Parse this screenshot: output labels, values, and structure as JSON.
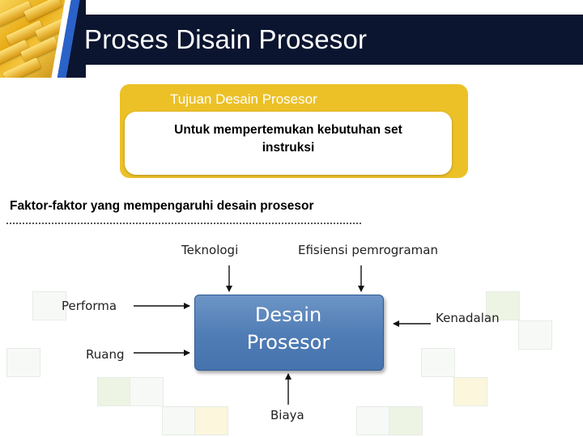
{
  "slide": {
    "title": "Proses Disain Prosesor"
  },
  "goal": {
    "label": "Tujuan Desain Prosesor",
    "text_line1": "Untuk mempertemukan kebutuhan set",
    "text_line2": "instruksi"
  },
  "factors": {
    "heading": "Faktor-faktor yang mempengaruhi desain prosesor"
  },
  "diagram": {
    "center_line1": "Desain",
    "center_line2": "Prosesor",
    "inputs": {
      "teknologi": "Teknologi",
      "efisiensi": "Efisiensi pemrograman",
      "performa": "Performa",
      "ruang": "Ruang",
      "kenadalan": "Kenadalan",
      "biaya": "Biaya"
    }
  },
  "colors": {
    "header": "#0b1530",
    "goal_box": "#ecc128",
    "center_box": "#4f7cb5"
  }
}
